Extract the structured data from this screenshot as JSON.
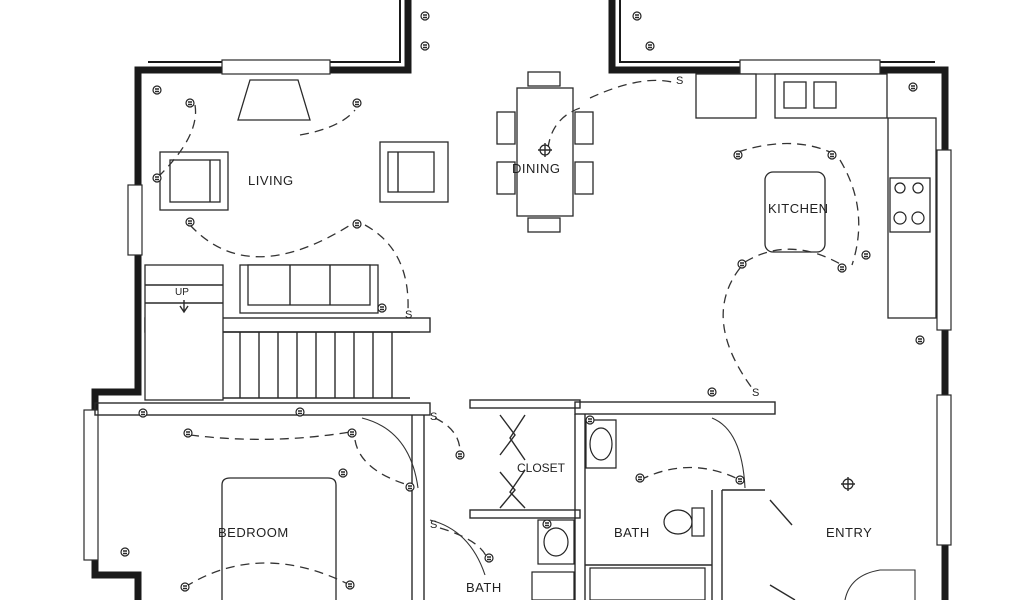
{
  "rooms": {
    "living": "LIVING",
    "dining": "DINING",
    "kitchen": "KITCHEN",
    "closet": "CLOSET",
    "bedroom": "BEDROOM",
    "bath_upper": "BATH",
    "bath_lower": "BATH",
    "entry": "ENTRY"
  },
  "stairs": {
    "label": "UP"
  },
  "switch_symbol": "S"
}
